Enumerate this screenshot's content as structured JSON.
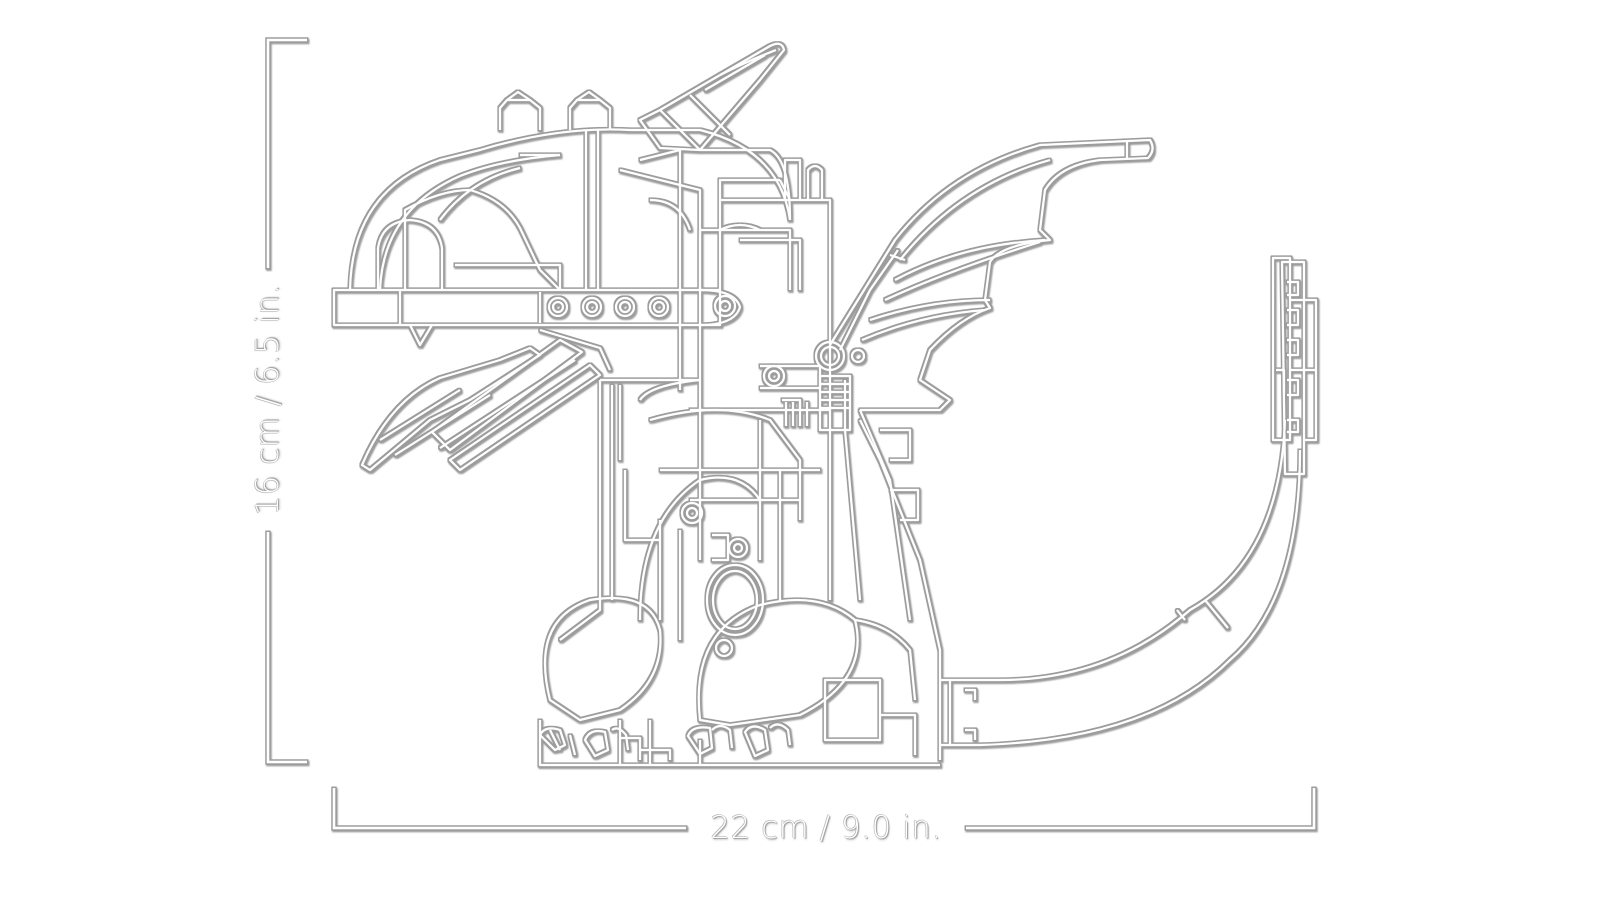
{
  "figure": {
    "subject": "brick-built dragon model line drawing",
    "style": {
      "line_color": "#ffffff",
      "outline_color": "#a8a8a8",
      "background": "#ffffff"
    }
  },
  "dimensions": {
    "height_label": "16 cm / 6.5 in.",
    "width_label": "22 cm / 9.0 in."
  }
}
